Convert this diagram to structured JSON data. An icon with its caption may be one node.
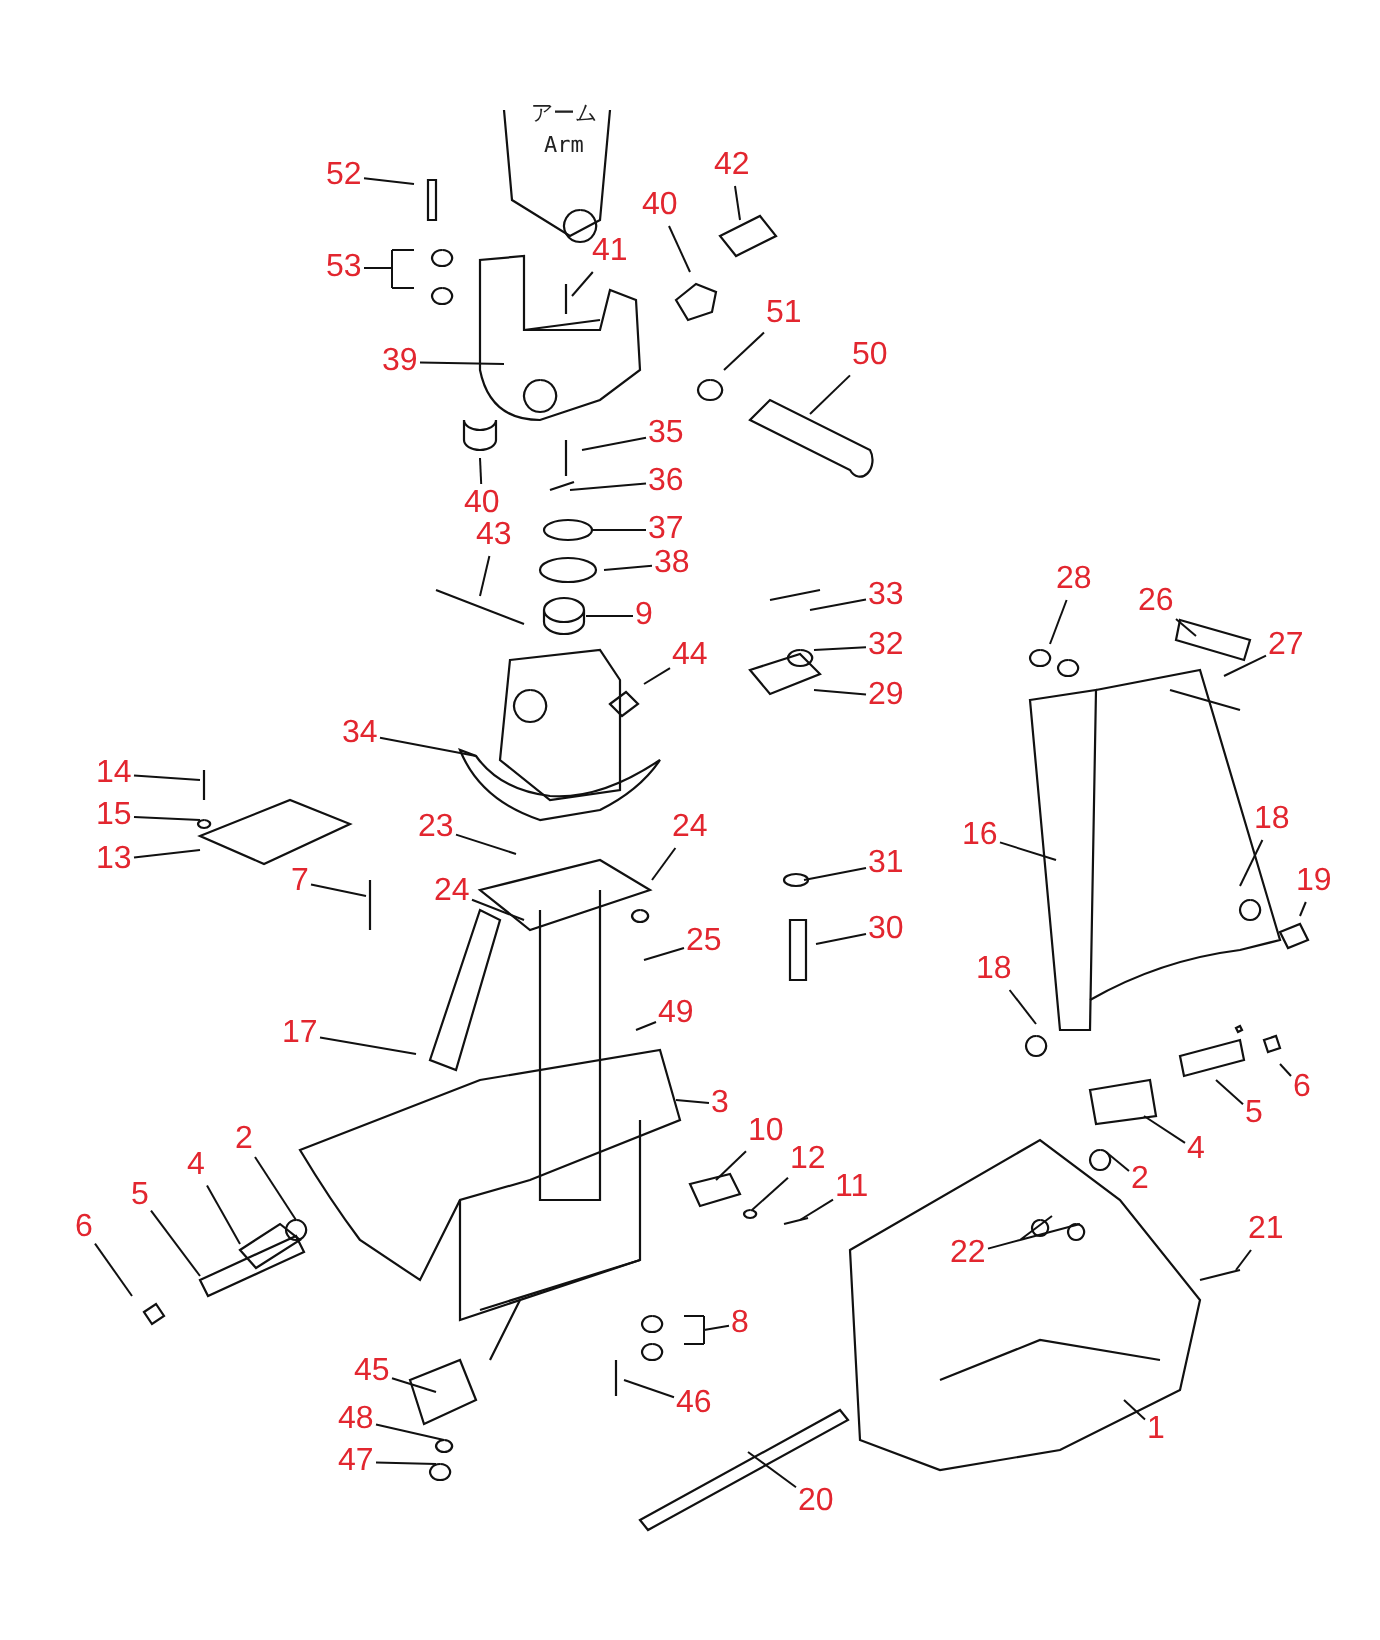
{
  "diagram": {
    "nodes": [
      {
        "text": [
          "52"
        ]
      },
      {
        "text": [
          "42"
        ]
      },
      {
        "text": [
          "40"
        ]
      },
      {
        "text": [
          "41"
        ]
      },
      {
        "text": [
          "53"
        ]
      },
      {
        "text": [
          "39"
        ]
      },
      {
        "text": [
          "51"
        ]
      },
      {
        "text": [
          "50"
        ]
      },
      {
        "text": [
          "35"
        ]
      },
      {
        "text": [
          "40"
        ]
      },
      {
        "text": [
          "36"
        ]
      },
      {
        "text": [
          "37"
        ]
      },
      {
        "text": [
          "43"
        ]
      },
      {
        "text": [
          "38"
        ]
      },
      {
        "text": [
          "28"
        ]
      },
      {
        "text": [
          "33"
        ]
      },
      {
        "text": [
          "26"
        ]
      },
      {
        "text": [
          "9"
        ]
      },
      {
        "text": [
          "32"
        ]
      },
      {
        "text": [
          "27"
        ]
      },
      {
        "text": [
          "44"
        ]
      },
      {
        "text": [
          "29"
        ]
      },
      {
        "text": [
          "34"
        ]
      },
      {
        "text": [
          "14"
        ]
      },
      {
        "text": [
          "15"
        ]
      },
      {
        "text": [
          "16"
        ]
      },
      {
        "text": [
          "23"
        ]
      },
      {
        "text": [
          "24"
        ]
      },
      {
        "text": [
          "18"
        ]
      },
      {
        "text": [
          "13"
        ]
      },
      {
        "text": [
          "31"
        ]
      },
      {
        "text": [
          "7"
        ]
      },
      {
        "text": [
          "19"
        ]
      },
      {
        "text": [
          "24"
        ]
      },
      {
        "text": [
          "30"
        ]
      },
      {
        "text": [
          "25"
        ]
      },
      {
        "text": [
          "18"
        ]
      },
      {
        "text": [
          "49"
        ]
      },
      {
        "text": [
          "17"
        ]
      },
      {
        "text": [
          "3"
        ]
      },
      {
        "text": [
          "6"
        ]
      },
      {
        "text": [
          "5"
        ]
      },
      {
        "text": [
          "10"
        ]
      },
      {
        "text": [
          "2"
        ]
      },
      {
        "text": [
          "4"
        ]
      },
      {
        "text": [
          "12"
        ]
      },
      {
        "text": [
          "2"
        ]
      },
      {
        "text": [
          "4"
        ]
      },
      {
        "text": [
          "11"
        ]
      },
      {
        "text": [
          "5"
        ]
      },
      {
        "text": [
          "6"
        ]
      },
      {
        "text": [
          "21"
        ]
      },
      {
        "text": [
          "22"
        ]
      },
      {
        "text": [
          "8"
        ]
      },
      {
        "text": [
          "45"
        ]
      },
      {
        "text": [
          "46"
        ]
      },
      {
        "text": [
          "48"
        ]
      },
      {
        "text": [
          "1"
        ]
      },
      {
        "text": [
          "47"
        ]
      },
      {
        "text": [
          "20"
        ]
      }
    ],
    "edges": [
      {
        "from": 0,
        "to": null,
        "arrow": "none"
      },
      {
        "from": 1,
        "to": null,
        "arrow": "none"
      },
      {
        "from": 2,
        "to": null,
        "arrow": "none"
      },
      {
        "from": 3,
        "to": null,
        "arrow": "none"
      },
      {
        "from": 4,
        "to": null,
        "arrow": "none"
      },
      {
        "from": 5,
        "to": null,
        "arrow": "none"
      },
      {
        "from": 6,
        "to": null,
        "arrow": "none"
      },
      {
        "from": 7,
        "to": null,
        "arrow": "none"
      },
      {
        "from": 8,
        "to": null,
        "arrow": "none"
      },
      {
        "from": 9,
        "to": null,
        "arrow": "none"
      },
      {
        "from": 10,
        "to": null,
        "arrow": "none"
      },
      {
        "from": 11,
        "to": null,
        "arrow": "none"
      },
      {
        "from": 12,
        "to": null,
        "arrow": "none"
      },
      {
        "from": 13,
        "to": null,
        "arrow": "none"
      },
      {
        "from": 14,
        "to": null,
        "arrow": "none"
      },
      {
        "from": 15,
        "to": null,
        "arrow": "none"
      },
      {
        "from": 16,
        "to": null,
        "arrow": "none"
      },
      {
        "from": 17,
        "to": null,
        "arrow": "none"
      },
      {
        "from": 18,
        "to": null,
        "arrow": "none"
      },
      {
        "from": 19,
        "to": null,
        "arrow": "none"
      },
      {
        "from": 20,
        "to": null,
        "arrow": "none"
      },
      {
        "from": 21,
        "to": null,
        "arrow": "none"
      },
      {
        "from": 22,
        "to": null,
        "arrow": "none"
      },
      {
        "from": 23,
        "to": null,
        "arrow": "none"
      },
      {
        "from": 24,
        "to": null,
        "arrow": "none"
      },
      {
        "from": 25,
        "to": null,
        "arrow": "none"
      },
      {
        "from": 26,
        "to": null,
        "arrow": "none"
      },
      {
        "from": 27,
        "to": null,
        "arrow": "none"
      },
      {
        "from": 28,
        "to": null,
        "arrow": "none"
      },
      {
        "from": 29,
        "to": null,
        "arrow": "none"
      },
      {
        "from": 30,
        "to": null,
        "arrow": "none"
      },
      {
        "from": 31,
        "to": null,
        "arrow": "none"
      },
      {
        "from": 32,
        "to": null,
        "arrow": "none"
      },
      {
        "from": 33,
        "to": null,
        "arrow": "none"
      },
      {
        "from": 34,
        "to": null,
        "arrow": "none"
      },
      {
        "from": 35,
        "to": null,
        "arrow": "none"
      },
      {
        "from": 36,
        "to": null,
        "arrow": "none"
      },
      {
        "from": 37,
        "to": null,
        "arrow": "none"
      },
      {
        "from": 38,
        "to": null,
        "arrow": "none"
      },
      {
        "from": 39,
        "to": null,
        "arrow": "none"
      },
      {
        "from": 40,
        "to": null,
        "arrow": "none"
      },
      {
        "from": 41,
        "to": null,
        "arrow": "none"
      },
      {
        "from": 42,
        "to": null,
        "arrow": "none"
      },
      {
        "from": 43,
        "to": null,
        "arrow": "none"
      },
      {
        "from": 44,
        "to": null,
        "arrow": "none"
      },
      {
        "from": 45,
        "to": null,
        "arrow": "none"
      },
      {
        "from": 46,
        "to": null,
        "arrow": "none"
      },
      {
        "from": 47,
        "to": null,
        "arrow": "none"
      },
      {
        "from": 48,
        "to": null,
        "arrow": "none"
      },
      {
        "from": 49,
        "to": null,
        "arrow": "none"
      },
      {
        "from": 50,
        "to": null,
        "arrow": "none"
      },
      {
        "from": 51,
        "to": null,
        "arrow": "none"
      },
      {
        "from": 52,
        "to": null,
        "arrow": "none"
      },
      {
        "from": 53,
        "to": null,
        "arrow": "none"
      },
      {
        "from": 54,
        "to": null,
        "arrow": "none"
      },
      {
        "from": 55,
        "to": null,
        "arrow": "none"
      },
      {
        "from": 56,
        "to": null,
        "arrow": "none"
      },
      {
        "from": 57,
        "to": null,
        "arrow": "none"
      },
      {
        "from": 58,
        "to": null,
        "arrow": "none"
      },
      {
        "from": 59,
        "to": null,
        "arrow": "none"
      }
    ],
    "labels": [
      "アーム",
      "Arm"
    ]
  }
}
